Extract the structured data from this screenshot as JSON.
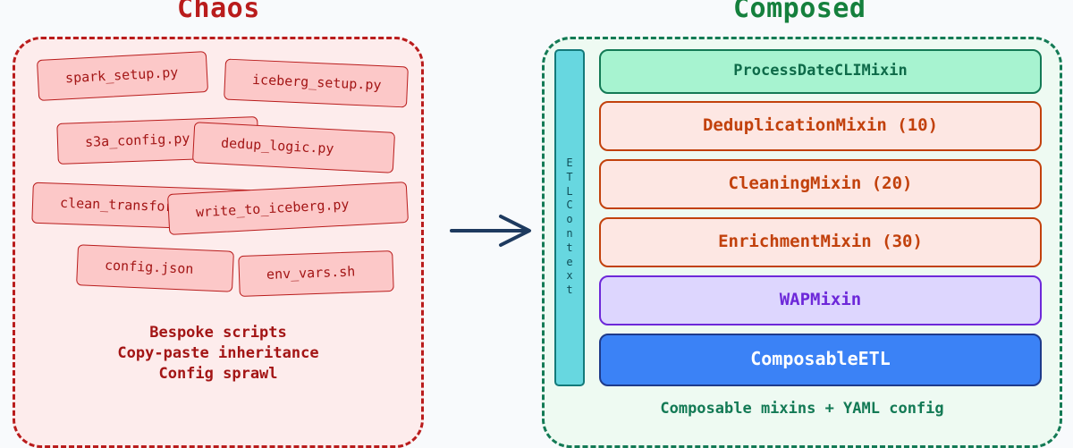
{
  "chaos": {
    "title": "Chaos",
    "files": [
      "spark_setup.py",
      "iceberg_setup.py",
      "s3a_config.py",
      "dedup_logic.py",
      "clean_transform.py",
      "write_to_iceberg.py",
      "config.json",
      "env_vars.sh"
    ],
    "caption": [
      "Bespoke scripts",
      "Copy-paste inheritance",
      "Config sprawl"
    ]
  },
  "composed": {
    "title": "Composed",
    "context_label": "ETLContext",
    "layers": [
      "ProcessDateCLIMixin",
      "DeduplicationMixin (10)",
      "CleaningMixin (20)",
      "EnrichmentMixin (30)",
      "WAPMixin",
      "ComposableETL"
    ],
    "caption": "Composable mixins + YAML config"
  },
  "colors": {
    "chaos": "#b91c1c",
    "composed": "#137a55",
    "arrow": "#1e3a5f",
    "mixin": "#c2410c",
    "wap": "#6d28d9",
    "base": "#3b82f6"
  }
}
